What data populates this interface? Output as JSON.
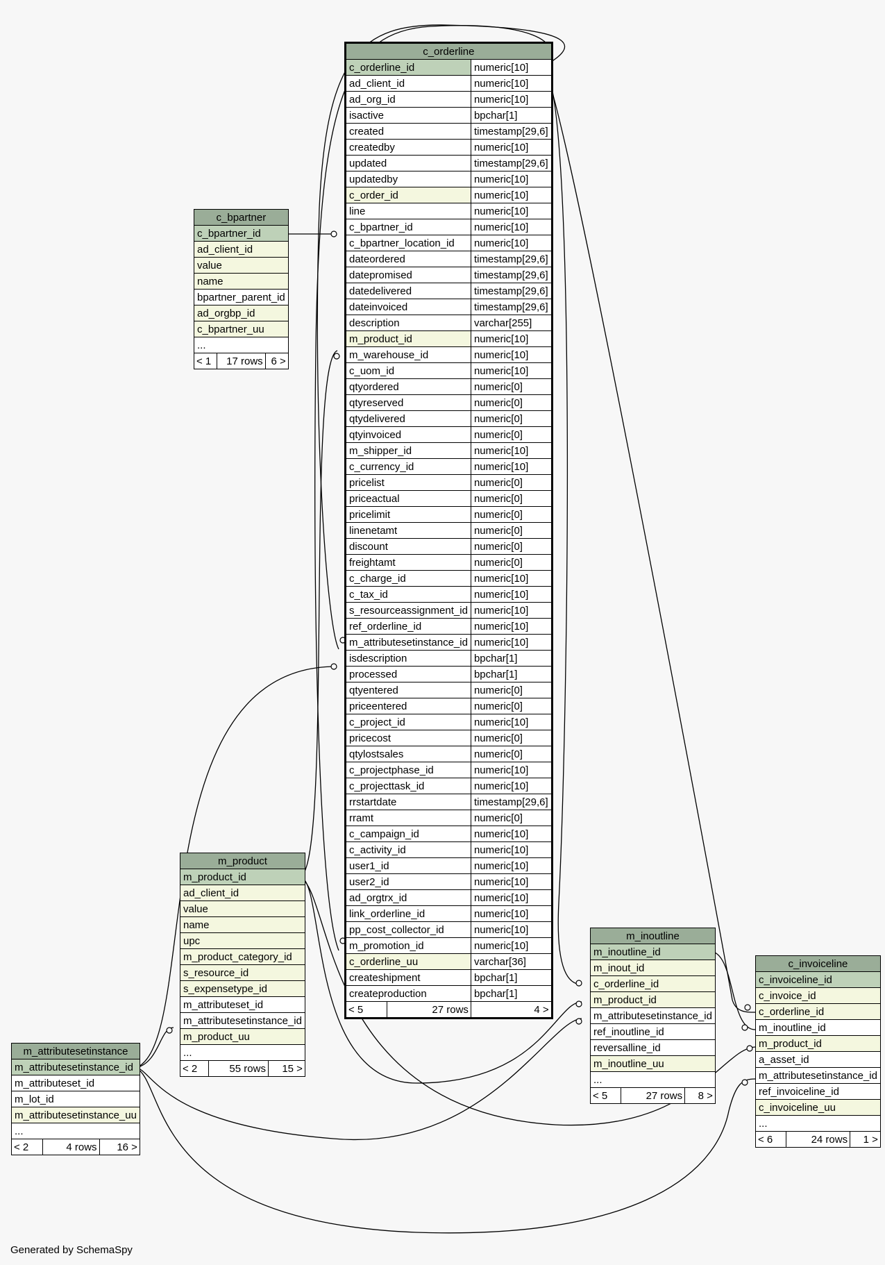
{
  "footer_text": "Generated by SchemaSpy",
  "tables": {
    "c_orderline": {
      "name": "c_orderline",
      "columns": [
        {
          "name": "c_orderline_id",
          "type": "numeric[10]"
        },
        {
          "name": "ad_client_id",
          "type": "numeric[10]"
        },
        {
          "name": "ad_org_id",
          "type": "numeric[10]"
        },
        {
          "name": "isactive",
          "type": "bpchar[1]"
        },
        {
          "name": "created",
          "type": "timestamp[29,6]"
        },
        {
          "name": "createdby",
          "type": "numeric[10]"
        },
        {
          "name": "updated",
          "type": "timestamp[29,6]"
        },
        {
          "name": "updatedby",
          "type": "numeric[10]"
        },
        {
          "name": "c_order_id",
          "type": "numeric[10]"
        },
        {
          "name": "line",
          "type": "numeric[10]"
        },
        {
          "name": "c_bpartner_id",
          "type": "numeric[10]"
        },
        {
          "name": "c_bpartner_location_id",
          "type": "numeric[10]"
        },
        {
          "name": "dateordered",
          "type": "timestamp[29,6]"
        },
        {
          "name": "datepromised",
          "type": "timestamp[29,6]"
        },
        {
          "name": "datedelivered",
          "type": "timestamp[29,6]"
        },
        {
          "name": "dateinvoiced",
          "type": "timestamp[29,6]"
        },
        {
          "name": "description",
          "type": "varchar[255]"
        },
        {
          "name": "m_product_id",
          "type": "numeric[10]"
        },
        {
          "name": "m_warehouse_id",
          "type": "numeric[10]"
        },
        {
          "name": "c_uom_id",
          "type": "numeric[10]"
        },
        {
          "name": "qtyordered",
          "type": "numeric[0]"
        },
        {
          "name": "qtyreserved",
          "type": "numeric[0]"
        },
        {
          "name": "qtydelivered",
          "type": "numeric[0]"
        },
        {
          "name": "qtyinvoiced",
          "type": "numeric[0]"
        },
        {
          "name": "m_shipper_id",
          "type": "numeric[10]"
        },
        {
          "name": "c_currency_id",
          "type": "numeric[10]"
        },
        {
          "name": "pricelist",
          "type": "numeric[0]"
        },
        {
          "name": "priceactual",
          "type": "numeric[0]"
        },
        {
          "name": "pricelimit",
          "type": "numeric[0]"
        },
        {
          "name": "linenetamt",
          "type": "numeric[0]"
        },
        {
          "name": "discount",
          "type": "numeric[0]"
        },
        {
          "name": "freightamt",
          "type": "numeric[0]"
        },
        {
          "name": "c_charge_id",
          "type": "numeric[10]"
        },
        {
          "name": "c_tax_id",
          "type": "numeric[10]"
        },
        {
          "name": "s_resourceassignment_id",
          "type": "numeric[10]"
        },
        {
          "name": "ref_orderline_id",
          "type": "numeric[10]"
        },
        {
          "name": "m_attributesetinstance_id",
          "type": "numeric[10]"
        },
        {
          "name": "isdescription",
          "type": "bpchar[1]"
        },
        {
          "name": "processed",
          "type": "bpchar[1]"
        },
        {
          "name": "qtyentered",
          "type": "numeric[0]"
        },
        {
          "name": "priceentered",
          "type": "numeric[0]"
        },
        {
          "name": "c_project_id",
          "type": "numeric[10]"
        },
        {
          "name": "pricecost",
          "type": "numeric[0]"
        },
        {
          "name": "qtylostsales",
          "type": "numeric[0]"
        },
        {
          "name": "c_projectphase_id",
          "type": "numeric[10]"
        },
        {
          "name": "c_projecttask_id",
          "type": "numeric[10]"
        },
        {
          "name": "rrstartdate",
          "type": "timestamp[29,6]"
        },
        {
          "name": "rramt",
          "type": "numeric[0]"
        },
        {
          "name": "c_campaign_id",
          "type": "numeric[10]"
        },
        {
          "name": "c_activity_id",
          "type": "numeric[10]"
        },
        {
          "name": "user1_id",
          "type": "numeric[10]"
        },
        {
          "name": "user2_id",
          "type": "numeric[10]"
        },
        {
          "name": "ad_orgtrx_id",
          "type": "numeric[10]"
        },
        {
          "name": "link_orderline_id",
          "type": "numeric[10]"
        },
        {
          "name": "pp_cost_collector_id",
          "type": "numeric[10]"
        },
        {
          "name": "m_promotion_id",
          "type": "numeric[10]"
        },
        {
          "name": "c_orderline_uu",
          "type": "varchar[36]"
        },
        {
          "name": "createshipment",
          "type": "bpchar[1]"
        },
        {
          "name": "createproduction",
          "type": "bpchar[1]"
        }
      ],
      "footer": {
        "parents": "< 5",
        "rows": "27 rows",
        "children": "4 >"
      }
    },
    "c_bpartner": {
      "name": "c_bpartner",
      "columns": [
        "c_bpartner_id",
        "ad_client_id",
        "value",
        "name",
        "bpartner_parent_id",
        "ad_orgbp_id",
        "c_bpartner_uu",
        "..."
      ],
      "footer": {
        "parents": "< 1",
        "rows": "17 rows",
        "children": "6 >"
      }
    },
    "m_product": {
      "name": "m_product",
      "columns": [
        "m_product_id",
        "ad_client_id",
        "value",
        "name",
        "upc",
        "m_product_category_id",
        "s_resource_id",
        "s_expensetype_id",
        "m_attributeset_id",
        "m_attributesetinstance_id",
        "m_product_uu",
        "..."
      ],
      "footer": {
        "parents": "< 2",
        "rows": "55 rows",
        "children": "15 >"
      }
    },
    "m_attributesetinstance": {
      "name": "m_attributesetinstance",
      "columns": [
        "m_attributesetinstance_id",
        "m_attributeset_id",
        "m_lot_id",
        "m_attributesetinstance_uu",
        "..."
      ],
      "footer": {
        "parents": "< 2",
        "rows": "4 rows",
        "children": "16 >"
      }
    },
    "m_inoutline": {
      "name": "m_inoutline",
      "columns": [
        "m_inoutline_id",
        "m_inout_id",
        "c_orderline_id",
        "m_product_id",
        "m_attributesetinstance_id",
        "ref_inoutline_id",
        "reversalline_id",
        "m_inoutline_uu",
        "..."
      ],
      "footer": {
        "parents": "< 5",
        "rows": "27 rows",
        "children": "8 >"
      }
    },
    "c_invoiceline": {
      "name": "c_invoiceline",
      "columns": [
        "c_invoiceline_id",
        "c_invoice_id",
        "c_orderline_id",
        "m_inoutline_id",
        "m_product_id",
        "a_asset_id",
        "m_attributesetinstance_id",
        "ref_invoiceline_id",
        "c_invoiceline_uu",
        "..."
      ],
      "footer": {
        "parents": "< 6",
        "rows": "24 rows",
        "children": "1 >"
      }
    }
  }
}
